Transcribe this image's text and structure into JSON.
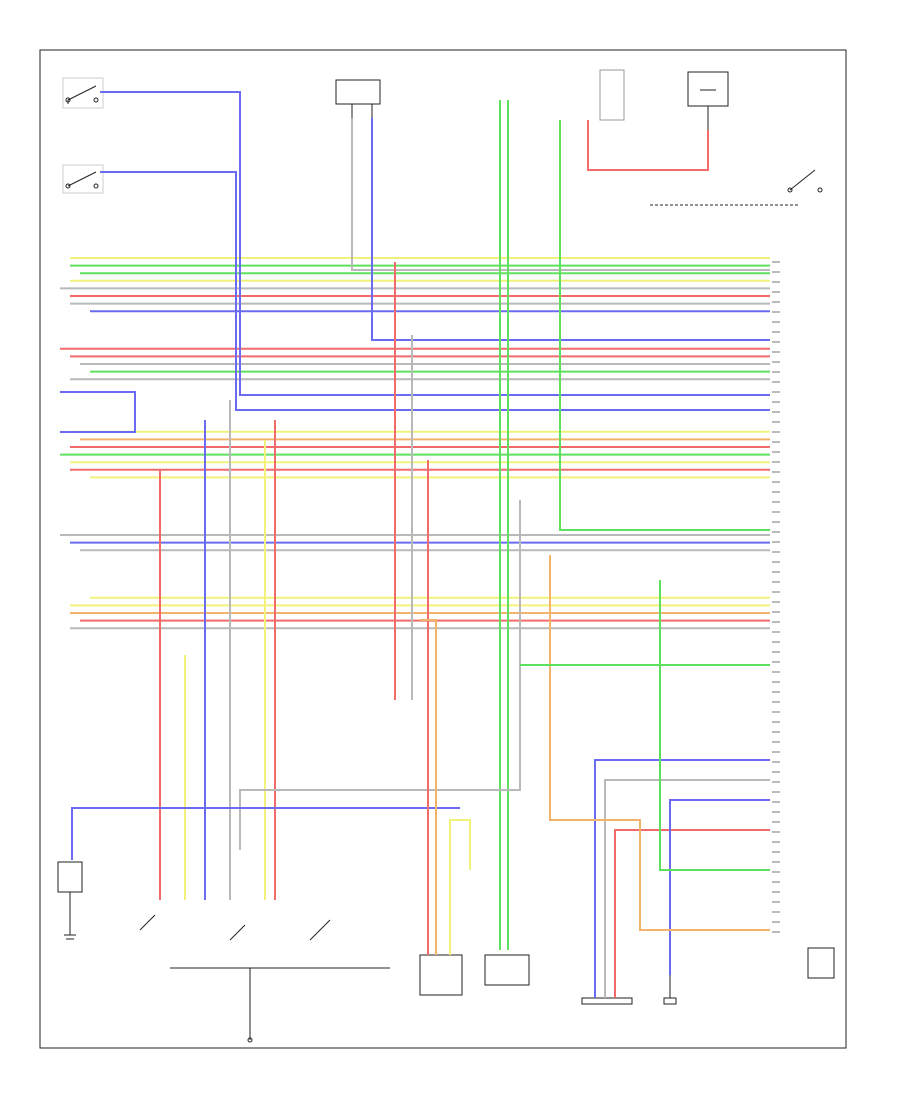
{
  "diagram": {
    "footer_code": "",
    "wire_colors": {
      "yellow": "#f2f27a",
      "green": "#5ee05e",
      "red": "#f26b6b",
      "blue": "#6b6bf2",
      "orange": "#f2b46b",
      "gray": "#b9b9b9",
      "black": "#444444"
    },
    "left_harness": [
      {
        "color": "yellow"
      },
      {
        "color": "green"
      },
      {
        "color": "green"
      },
      {
        "color": "yellow"
      },
      {
        "color": "gray"
      },
      {
        "color": "red"
      },
      {
        "color": "gray"
      },
      {
        "color": "blue"
      },
      {
        "color": "red"
      },
      {
        "color": "red"
      },
      {
        "color": "gray"
      },
      {
        "color": "green"
      },
      {
        "color": "gray"
      },
      {
        "color": "yellow"
      },
      {
        "color": "orange"
      },
      {
        "color": "red"
      },
      {
        "color": "green"
      },
      {
        "color": "yellow"
      },
      {
        "color": "red"
      },
      {
        "color": "yellow"
      },
      {
        "color": "gray"
      },
      {
        "color": "blue"
      },
      {
        "color": "gray"
      },
      {
        "color": "yellow"
      },
      {
        "color": "yellow"
      },
      {
        "color": "orange"
      },
      {
        "color": "red"
      },
      {
        "color": "gray"
      }
    ],
    "components": [
      {
        "id": "switch-top-left-1"
      },
      {
        "id": "switch-top-left-2"
      },
      {
        "id": "connector-top-center"
      },
      {
        "id": "relay-top-right"
      },
      {
        "id": "switch-right"
      },
      {
        "id": "ground-sensor-left"
      },
      {
        "id": "transmission-range-switch"
      },
      {
        "id": "shift-lock-solenoid"
      },
      {
        "id": "sensor-center-bottom"
      },
      {
        "id": "relay-bottom-center"
      },
      {
        "id": "speed-sensor"
      },
      {
        "id": "control-module-box"
      }
    ]
  }
}
